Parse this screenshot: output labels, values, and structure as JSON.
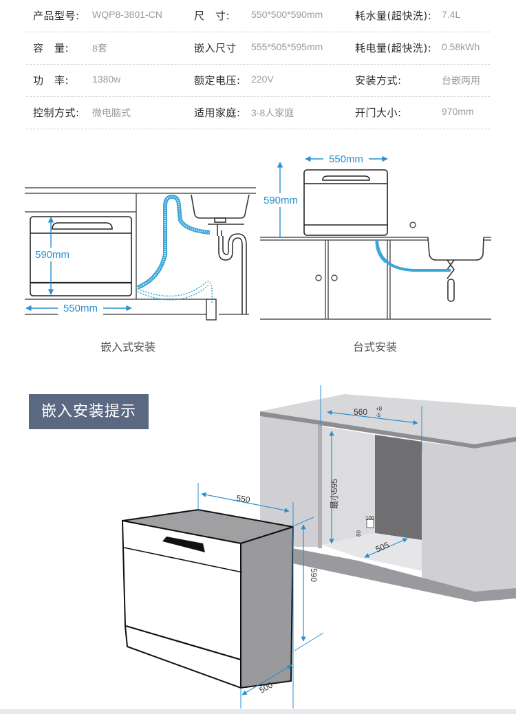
{
  "specs": [
    [
      {
        "label": "产品型号:",
        "value": "WQP8-3801-CN"
      },
      {
        "label": "尺　寸:",
        "value": "550*500*590mm"
      },
      {
        "label": "耗水量(超快洗):",
        "value": "7.4L"
      }
    ],
    [
      {
        "label": "容　量:",
        "value": "8套"
      },
      {
        "label": "嵌入尺寸",
        "value": "555*505*595mm"
      },
      {
        "label": "耗电量(超快洗):",
        "value": "0.58kWh"
      }
    ],
    [
      {
        "label": "功　率:",
        "value": "1380w"
      },
      {
        "label": "额定电压:",
        "value": "220V"
      },
      {
        "label": "安装方式:",
        "value": "台嵌两用"
      }
    ],
    [
      {
        "label": "控制方式:",
        "value": "微电脑式"
      },
      {
        "label": "适用家庭:",
        "value": "3-8人家庭"
      },
      {
        "label": "开门大小:",
        "value": "970mm"
      }
    ]
  ],
  "diagrams": {
    "built_in": {
      "caption": "嵌入式安装",
      "height_label": "590mm",
      "width_label": "550mm"
    },
    "countertop": {
      "caption": "台式安装",
      "height_label": "590mm",
      "width_label": "550mm"
    }
  },
  "tips": {
    "title": "嵌入安装提示",
    "cabinet": {
      "width": "560",
      "tol_plus": "+8",
      "tol_minus": "-5",
      "height": "最小595",
      "depth": "505",
      "notch_w": "100",
      "notch_h": "80"
    },
    "unit": {
      "width": "550",
      "height": "590",
      "depth": "500"
    }
  },
  "colors": {
    "accent": "#2a8fcf",
    "badge": "#5a6882"
  }
}
